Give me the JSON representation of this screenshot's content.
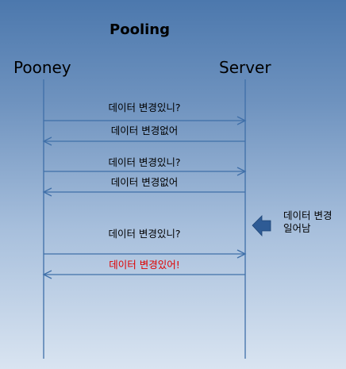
{
  "title": "Pooling",
  "actors": {
    "left": "Pooney",
    "right": "Server"
  },
  "messages": [
    {
      "label": "데이터 변경있니?",
      "direction": "to-server",
      "color": "#000000"
    },
    {
      "label": "데이터 변경없어",
      "direction": "to-client",
      "color": "#000000"
    },
    {
      "label": "데이터 변경있니?",
      "direction": "to-server",
      "color": "#000000"
    },
    {
      "label": "데이터 변경없어",
      "direction": "to-client",
      "color": "#000000"
    },
    {
      "label": "데이터 변경있니?",
      "direction": "to-server",
      "color": "#000000"
    },
    {
      "label": "데이터 변경있어!",
      "direction": "to-client",
      "color": "#e00000"
    }
  ],
  "event_note": {
    "line1": "데이터 변경",
    "line2": "일어남"
  },
  "colors": {
    "lifeline": "#3f6fa8",
    "arrow": "#3f6fa8",
    "event_arrow": "#2e5b95",
    "highlight_text": "#e00000"
  }
}
